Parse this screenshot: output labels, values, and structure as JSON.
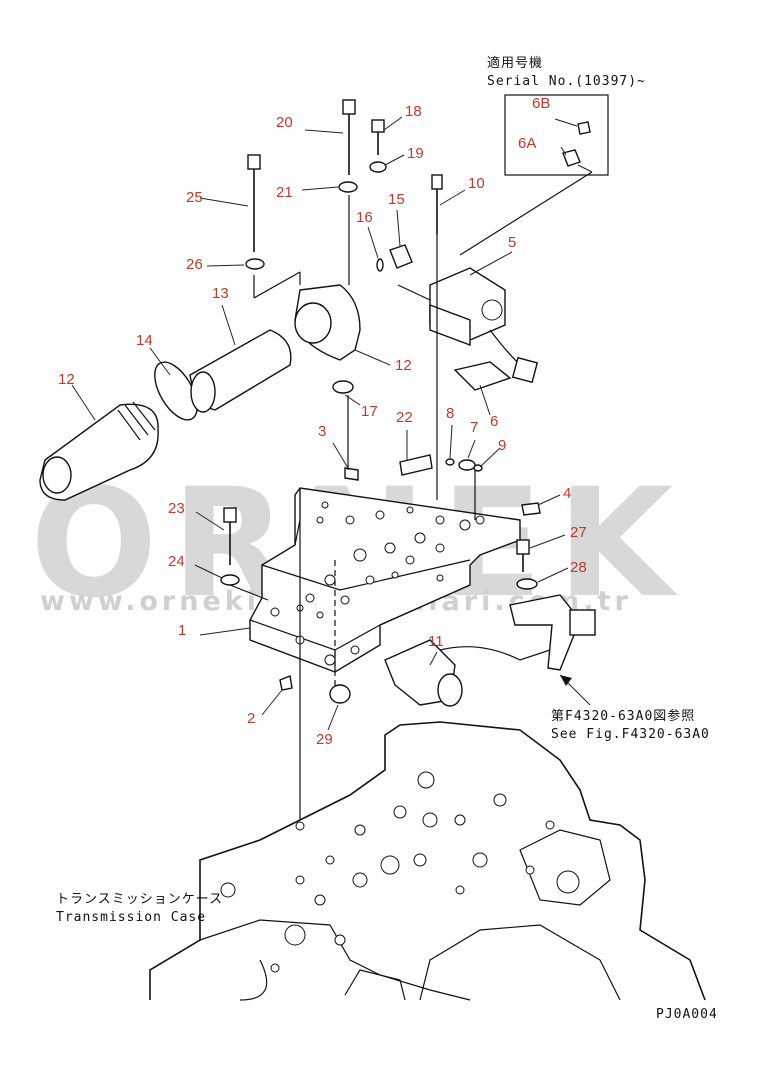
{
  "watermark": {
    "brand": "ÖRNEK",
    "url": "www.ornekiismakinalari.com.tr"
  },
  "notes": {
    "serial_jp": "適用号機",
    "serial_en": "Serial No.(10397)~",
    "see_fig_jp": "第F4320-63A0図参照",
    "see_fig_en": "See Fig.F4320-63A0",
    "case_jp": "トランスミッションケース",
    "case_en": "Transmission Case",
    "drawing_code": "PJ0A004"
  },
  "callouts": {
    "c1": "1",
    "c2": "2",
    "c3": "3",
    "c4": "4",
    "c5": "5",
    "c6": "6",
    "c6a": "6A",
    "c6b": "6B",
    "c7": "7",
    "c8": "8",
    "c9": "9",
    "c10": "10",
    "c11": "11",
    "c12a": "12",
    "c12b": "12",
    "c13": "13",
    "c14": "14",
    "c15": "15",
    "c16": "16",
    "c17": "17",
    "c18": "18",
    "c19": "19",
    "c20": "20",
    "c21": "21",
    "c22": "22",
    "c23": "23",
    "c24": "24",
    "c25": "25",
    "c26": "26",
    "c27": "27",
    "c28": "28",
    "c29": "29"
  },
  "colors": {
    "callout": "#c0392b",
    "line": "#111111",
    "watermark": "#d8d8d8"
  }
}
